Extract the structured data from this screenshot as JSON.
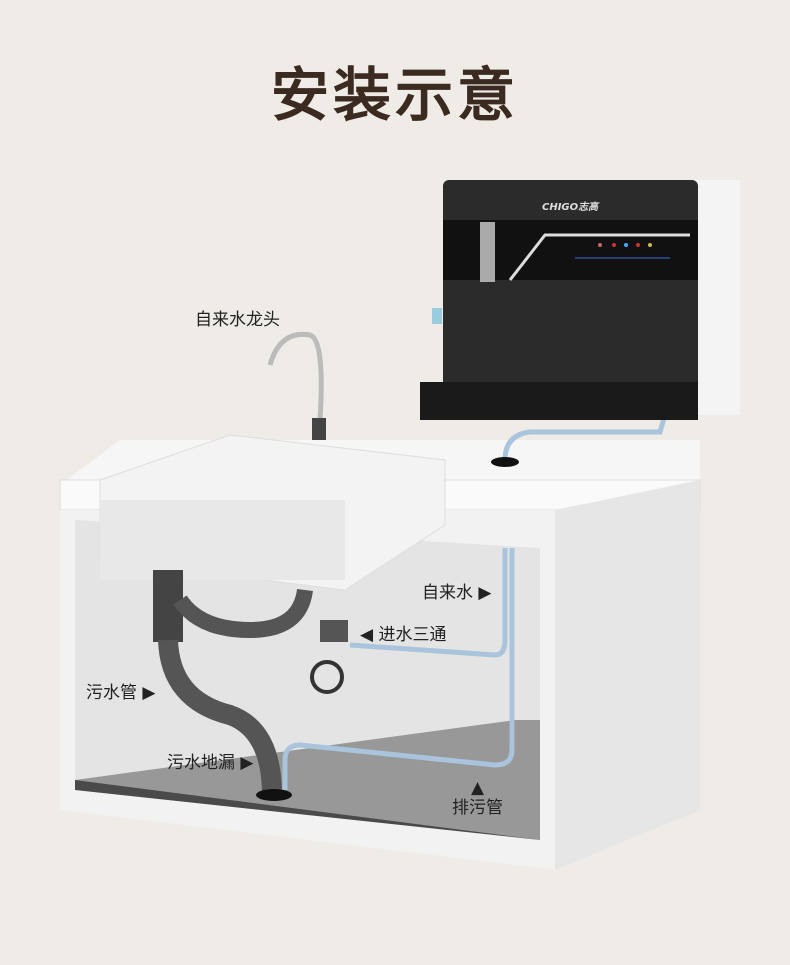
{
  "title": "安装示意",
  "device": {
    "brand_logo": "CHIGO志高"
  },
  "labels": {
    "faucet": "自来水龙头",
    "tap_water": "自来水 ▶",
    "inlet_tee": "◀ 进水三通",
    "waste_pipe": "污水管 ▶",
    "floor_drain": "污水地漏 ▶",
    "drain_pipe": "▲\n排污管"
  },
  "colors": {
    "background": "#efebe6",
    "title": "#3b2a1f",
    "water_pipe": "#a9c4dc"
  }
}
